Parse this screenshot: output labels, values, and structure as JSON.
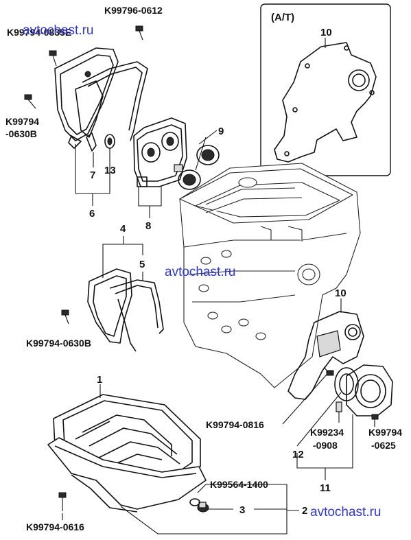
{
  "labels": {
    "at_note": "(A/T)",
    "pn_top_left": "K99794-0835E",
    "pn_top_center": "K99796-0612",
    "pn_left_1": "K99794",
    "pn_left_2": "-0630B",
    "pn_mid_left": "K99794-0630B",
    "pn_0816": "K99794-0816",
    "pn_99234_1": "K99234",
    "pn_99234_2": "-0908",
    "pn_0625_1": "K99794",
    "pn_0625_2": "-0625",
    "pn_1400": "K99564-1400",
    "pn_0616": "K99794-0616"
  },
  "callouts": [
    "1",
    "2",
    "3",
    "4",
    "5",
    "6",
    "7",
    "8",
    "9",
    "10",
    "10",
    "11",
    "12",
    "13"
  ],
  "watermarks": [
    "avtochast.ru",
    "avtochast.ru",
    "avtochast.ru"
  ],
  "colors": {
    "line": "#111111",
    "watermark": "#2f35d6",
    "background": "#ffffff"
  }
}
